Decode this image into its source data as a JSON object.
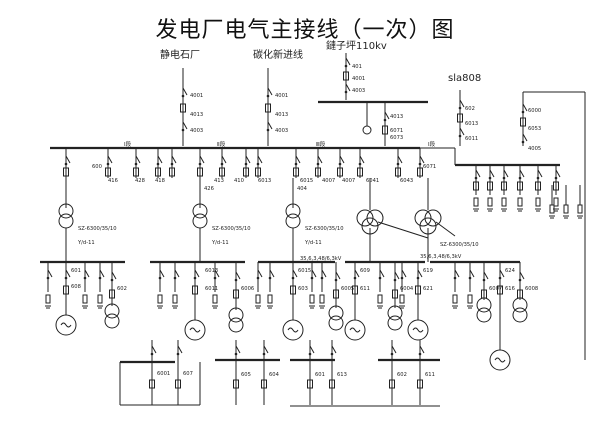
{
  "title": "发电厂电气主接线（一次）图",
  "sources": {
    "left": "静电石厂",
    "middle": "碳化新进线",
    "top": "鏈子坪110kv",
    "right": "sla808"
  },
  "labels": {
    "ids": [
      "4001",
      "4013",
      "4003",
      "4001",
      "4013",
      "4003",
      "401",
      "4001",
      "4003",
      "4013",
      "6071",
      "6073",
      "602",
      "6013",
      "6011",
      "6000",
      "6053",
      "4005",
      "428",
      "418",
      "600",
      "416",
      "413",
      "410",
      "6013",
      "6015",
      "4007",
      "4007",
      "6041",
      "6043",
      "6071",
      "426",
      "404",
      "601",
      "608",
      "6013",
      "6011",
      "6015",
      "603",
      "609",
      "611",
      "619",
      "621",
      "624",
      "616",
      "602",
      "6006",
      "6005",
      "6004",
      "6007",
      "6008",
      "6001",
      "607",
      "605",
      "604",
      "601",
      "613",
      "602",
      "611"
    ],
    "buses": [
      "Ⅰ段",
      "Ⅱ段",
      "Ⅲ段",
      "Ⅰ段"
    ],
    "transformers": [
      "SZ-6300/35/10",
      "SZ-6300/35/10",
      "SZ-6300/35/10",
      "SZ-6300/35/10"
    ],
    "transformer_notes": [
      "Y/d-11",
      "Y/d-11",
      "Y/d-11"
    ],
    "ratings": [
      "35,6,3,48/6,3kV",
      "35,6,3,48/6,3kV"
    ]
  }
}
